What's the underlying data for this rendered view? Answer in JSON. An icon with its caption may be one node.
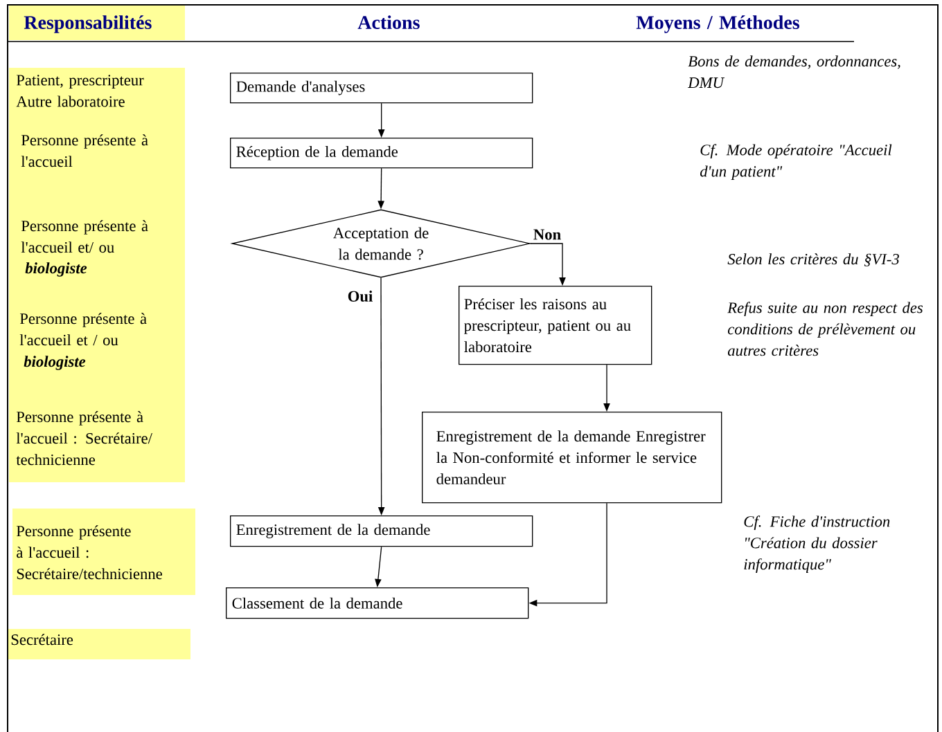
{
  "diagram": {
    "nodes": [
      {
        "text": [
          "Demande d'analyses"
        ]
      },
      {
        "text": [
          "Réception de la demande"
        ]
      },
      {
        "text": [
          "Acceptation de la demande ?"
        ]
      },
      {
        "text": [
          "Préciser les raisons au prescripteur, patient ou au laboratoire"
        ]
      },
      {
        "text": [
          "Enregistrement de la demande Enregistrer la Non-conformité et informer le service demandeur"
        ]
      },
      {
        "text": [
          "Enregistrement de la demande"
        ]
      },
      {
        "text": [
          "Classement de la demande"
        ]
      }
    ],
    "edges": [
      {
        "from": 0,
        "to": 1,
        "arrow": "to"
      },
      {
        "from": 1,
        "to": 2,
        "arrow": "to"
      },
      {
        "from": 2,
        "to": 3,
        "arrow": "to",
        "label": "Non"
      },
      {
        "from": 3,
        "to": 4,
        "arrow": "to"
      },
      {
        "from": 2,
        "to": 5,
        "arrow": "to",
        "label": "Oui"
      },
      {
        "from": 5,
        "to": 6,
        "arrow": "to"
      },
      {
        "from": 4,
        "to": 6,
        "arrow": "to"
      }
    ],
    "labels": [
      "Responsabilités",
      "Actions",
      "Moyens / Méthodes",
      "Patient, prescripteur Autre laboratoire",
      "Bons de demandes, ordonnances, DMU",
      "Personne présente à l'accueil",
      "Cf. Mode opératoire \"Accueil d'un patient\"",
      "Personne présente à l'accueil et/ ou",
      "biologiste",
      "Selon les critères du §VI-3",
      "Personne présente à l'accueil et / ou",
      "biologiste",
      "Refus suite au non respect des conditions de prélèvement ou autres critères",
      "Personne présente à l'accueil : Secrétaire/ technicienne",
      "Personne présente à l'accueil : Secrétaire/technicienne",
      "Cf. Fiche d'instruction \"Création du dossier informatique\"",
      "Secrétaire"
    ]
  }
}
